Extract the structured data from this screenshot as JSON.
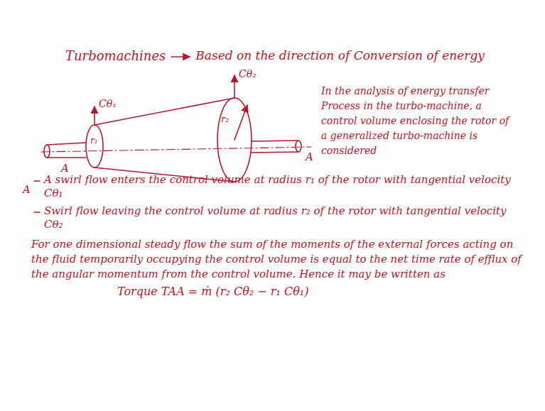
{
  "diagram": {
    "title": "Turbomachines",
    "labels": [
      "Based on the direction of Conversion of energy",
      "Cθ₁",
      "r₁",
      "Cθ₂",
      "r₂",
      "A",
      "A",
      "A",
      "In the analysis of energy transfer Process in the turbo-machine, a control volume enclosing the rotor of a generalized turbo-machine is considered",
      "A swirl flow enters the control volume at radius r₁ of the rotor with tangential velocity Cθ₁",
      "Swirl flow leaving the control volume at radius r₂ of the rotor with tangential velocity Cθ₂",
      "For one dimensional steady flow the sum of the moments of the external forces acting on the fluid temporarily occupying the control volume is equal to the net time rate of efflux of the angular momentum from the control volume. Hence it may be written as",
      "Torque TAA = ṁ (r₂ Cθ₂ − r₁ Cθ₁)"
    ]
  }
}
